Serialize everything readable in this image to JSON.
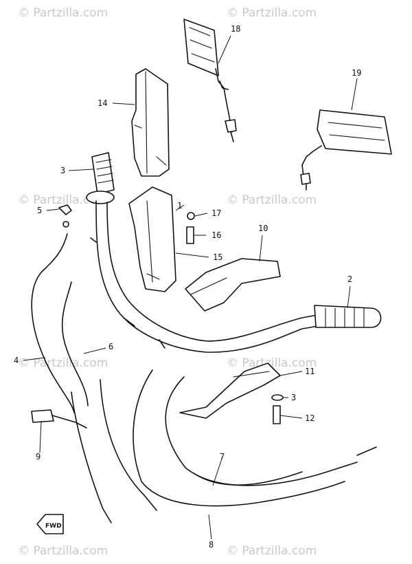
{
  "watermarks": [
    "© Partzilla.com",
    "© Partzilla.com",
    "© Partzilla.com",
    "© Partzilla.com",
    "© Partzilla.com",
    "© Partzilla.com",
    "© Partzilla.com",
    "© Partzilla.com"
  ],
  "callouts": {
    "p1": "1",
    "p2": "2",
    "p3a": "3",
    "p3b": "3",
    "p4": "4",
    "p5": "5",
    "p6": "6",
    "p7": "7",
    "p8": "8",
    "p9": "9",
    "p10": "10",
    "p11": "11",
    "p12": "12",
    "p14": "14",
    "p15": "15",
    "p16": "16",
    "p17": "17",
    "p18": "18",
    "p19": "19"
  },
  "fwd_label": "FWD"
}
